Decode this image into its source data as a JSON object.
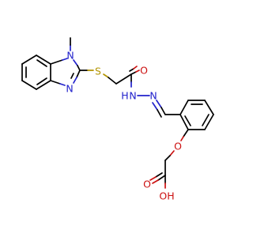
{
  "colors": {
    "bond": "#000000",
    "nitrogen": "#2222cc",
    "oxygen": "#cc1111",
    "sulfur": "#b29400",
    "background": "#ffffff"
  },
  "atoms": {
    "n_methyl": "N",
    "n_imine_ring": "N",
    "sulfur": "S",
    "o_carbonyl": "O",
    "nh_hydrazide": "N",
    "h_hydrazide": "H",
    "n_hydrazone": "N",
    "o_ether": "O",
    "o_acid_carbonyl": "O",
    "oh_acid": "OH"
  }
}
